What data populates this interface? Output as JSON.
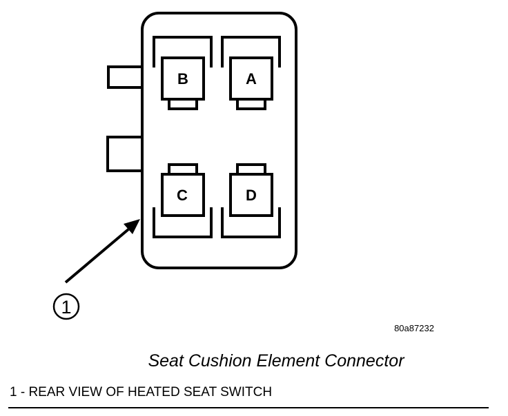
{
  "connector": {
    "pins": {
      "b": "B",
      "a": "A",
      "c": "C",
      "d": "D"
    }
  },
  "callout": {
    "number": "1"
  },
  "figure": {
    "id": "80a87232",
    "title": "Seat Cushion Element Connector"
  },
  "legend": {
    "items": [
      {
        "text": "1 - REAR VIEW OF HEATED SEAT SWITCH"
      }
    ]
  },
  "colors": {
    "ink": "#000000",
    "background": "#ffffff"
  }
}
